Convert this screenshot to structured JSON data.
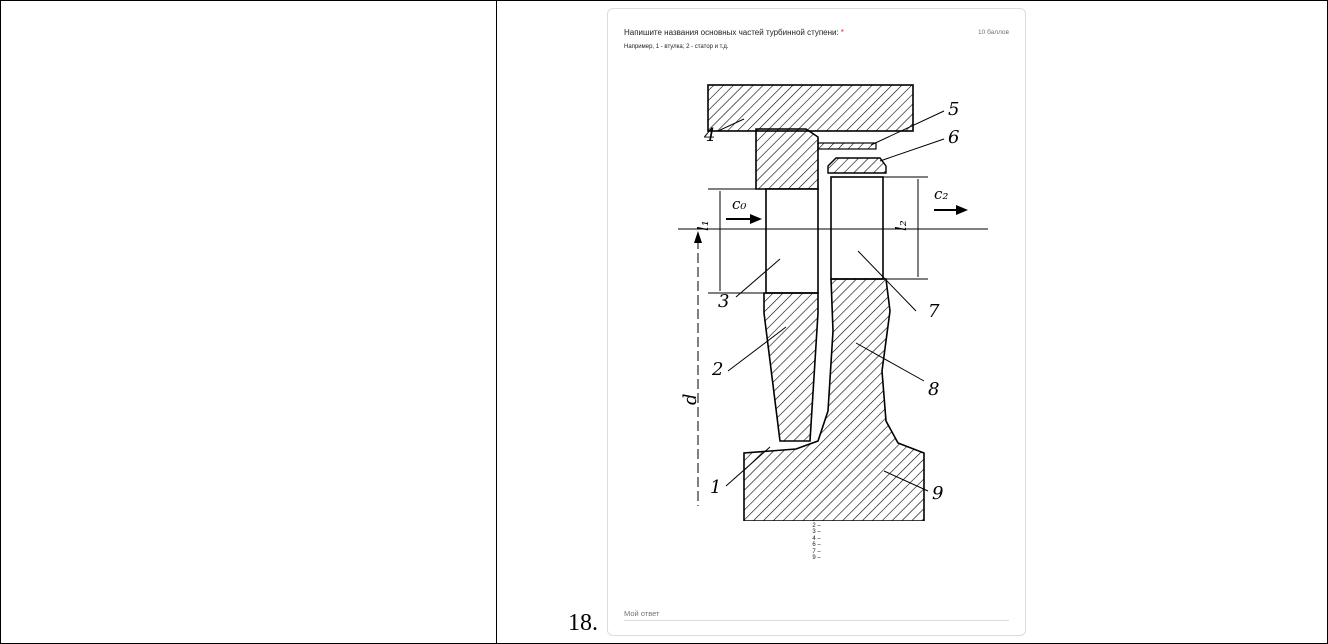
{
  "outer": {
    "question_number": "18."
  },
  "question": {
    "title": "Напишите названия основных частей турбинной ступени:",
    "required_mark": "*",
    "points": "10 баллов",
    "hint": "Например, 1 - втулка; 2 - статор и т.д."
  },
  "diagram": {
    "labels": [
      "1",
      "2",
      "3",
      "4",
      "5",
      "6",
      "7",
      "8",
      "9"
    ],
    "symbols": {
      "c0": "c₀",
      "c2": "c₂",
      "l1": "l₁",
      "l2": "l₂",
      "d": "d"
    }
  },
  "answers": [
    "2 –",
    "3 –",
    "4 –",
    "6 –",
    "7 –",
    "9 –"
  ],
  "answer_field": {
    "placeholder": "Мой ответ"
  }
}
